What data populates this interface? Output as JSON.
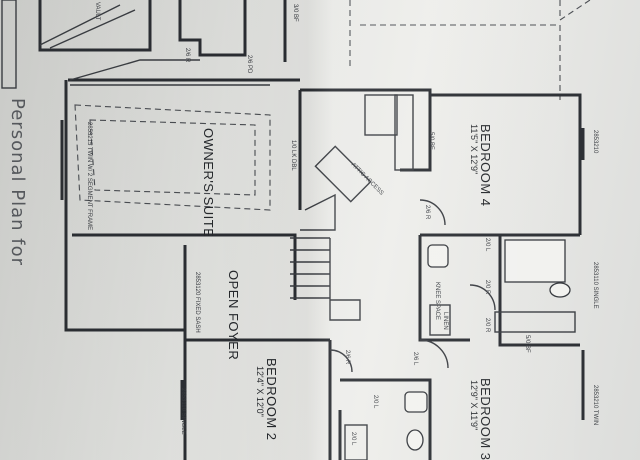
{
  "personal_plan_label": "Personal Plan for",
  "rooms": {
    "owners_suite": "OWNER'S SUITE",
    "open_foyer": "OPEN FOYER",
    "bedroom_4": {
      "name": "BEDROOM 4",
      "size": "11'5\" X 12'9\""
    },
    "bedroom_2": {
      "name": "BEDROOM 2",
      "size": "12'4\" X 12'0\""
    },
    "bedroom_3": {
      "name": "BEDROOM 3",
      "size": "12'9\" X 11'9\""
    }
  },
  "notes": {
    "attic_access": "ATTIC ACCESS",
    "vault": "VAULT",
    "linen": "LINEN",
    "knee_space": "KNEE SPACE",
    "fixed_sash": "2853120 FIXED SASH",
    "single_window_a": "2853110 SINGLE",
    "single_window_b": "2853110 SINGLE",
    "twin_window": "2853210 TWIN",
    "window_top": "2853210",
    "segment_frame": "2853215 TWIN W/ 2 SEGMENT FRAME",
    "lk_dbl": "1/0 LK DBL"
  },
  "door_tags": {
    "d1": "2/6 R",
    "d2": "2/6 PD",
    "d3": "3/0 BF",
    "d4": "5/0 BF",
    "d5": "2/6 R",
    "d6": "2/0 L",
    "d7": "2/0 R",
    "d8": "2/0 R",
    "d9": "5/0 BF",
    "d10": "2/6 R",
    "d11": "2/6 L",
    "d12": "2/0 L",
    "d13": "2/0 L"
  }
}
